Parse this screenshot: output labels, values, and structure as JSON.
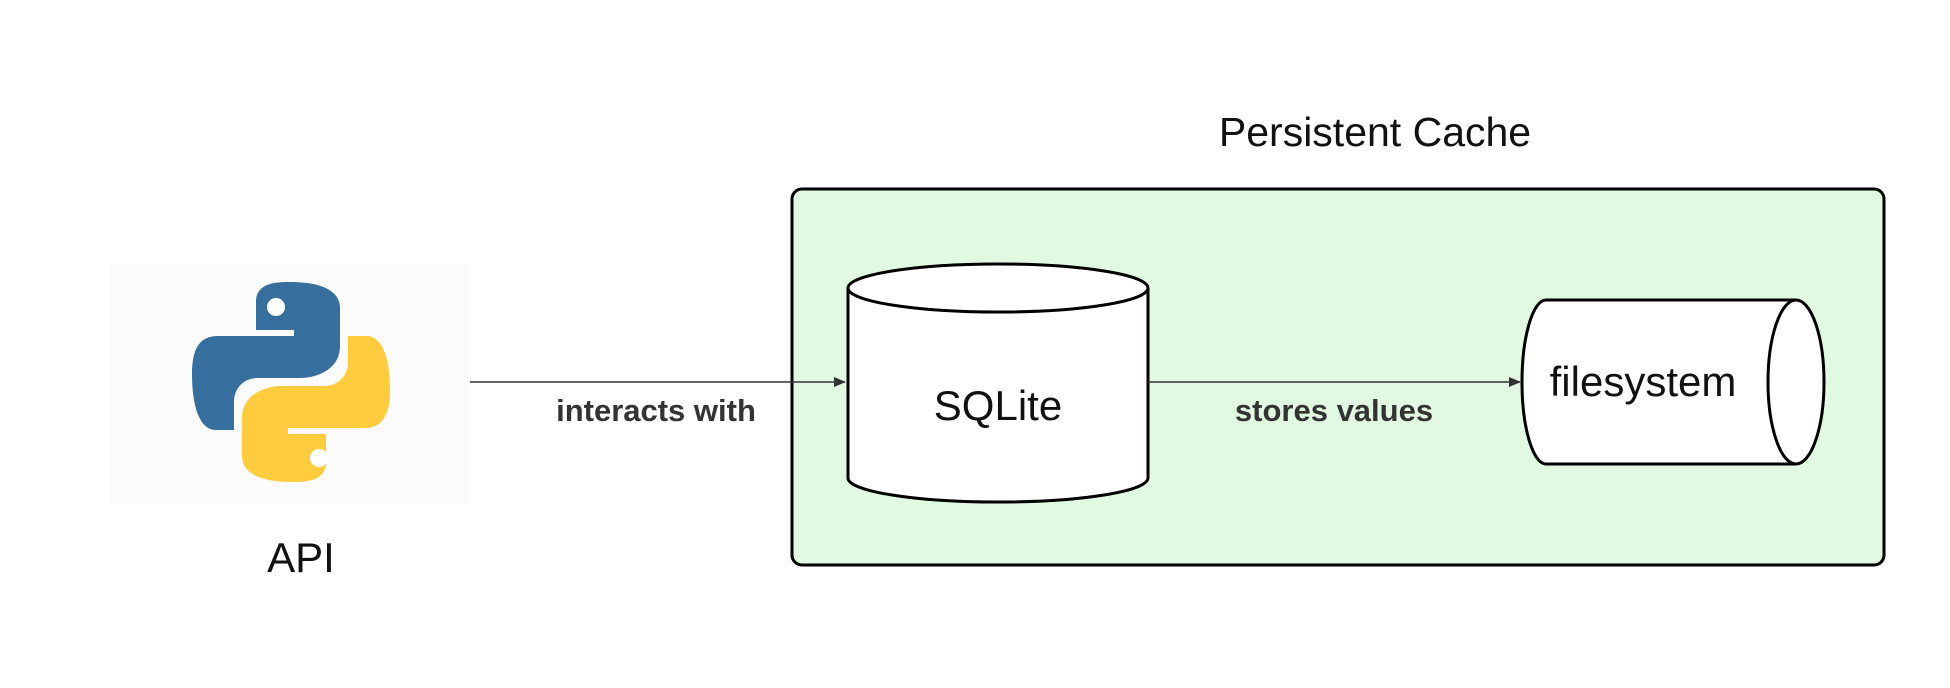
{
  "diagram": {
    "group": {
      "title": "Persistent Cache",
      "fill_color": "#e2f9e1"
    },
    "nodes": {
      "api": {
        "label": "API",
        "icon": "python-logo"
      },
      "sqlite": {
        "label": "SQLite",
        "shape": "cylinder"
      },
      "filesystem": {
        "label": "filesystem",
        "shape": "horizontal-cylinder"
      }
    },
    "edges": {
      "api_to_sqlite": {
        "label": "interacts with"
      },
      "sqlite_to_filesystem": {
        "label": "stores values"
      }
    },
    "colors": {
      "python_blue": "#366e9d",
      "python_yellow": "#fecc3e",
      "stroke": "#000000",
      "edge_stroke": "#333333"
    }
  }
}
